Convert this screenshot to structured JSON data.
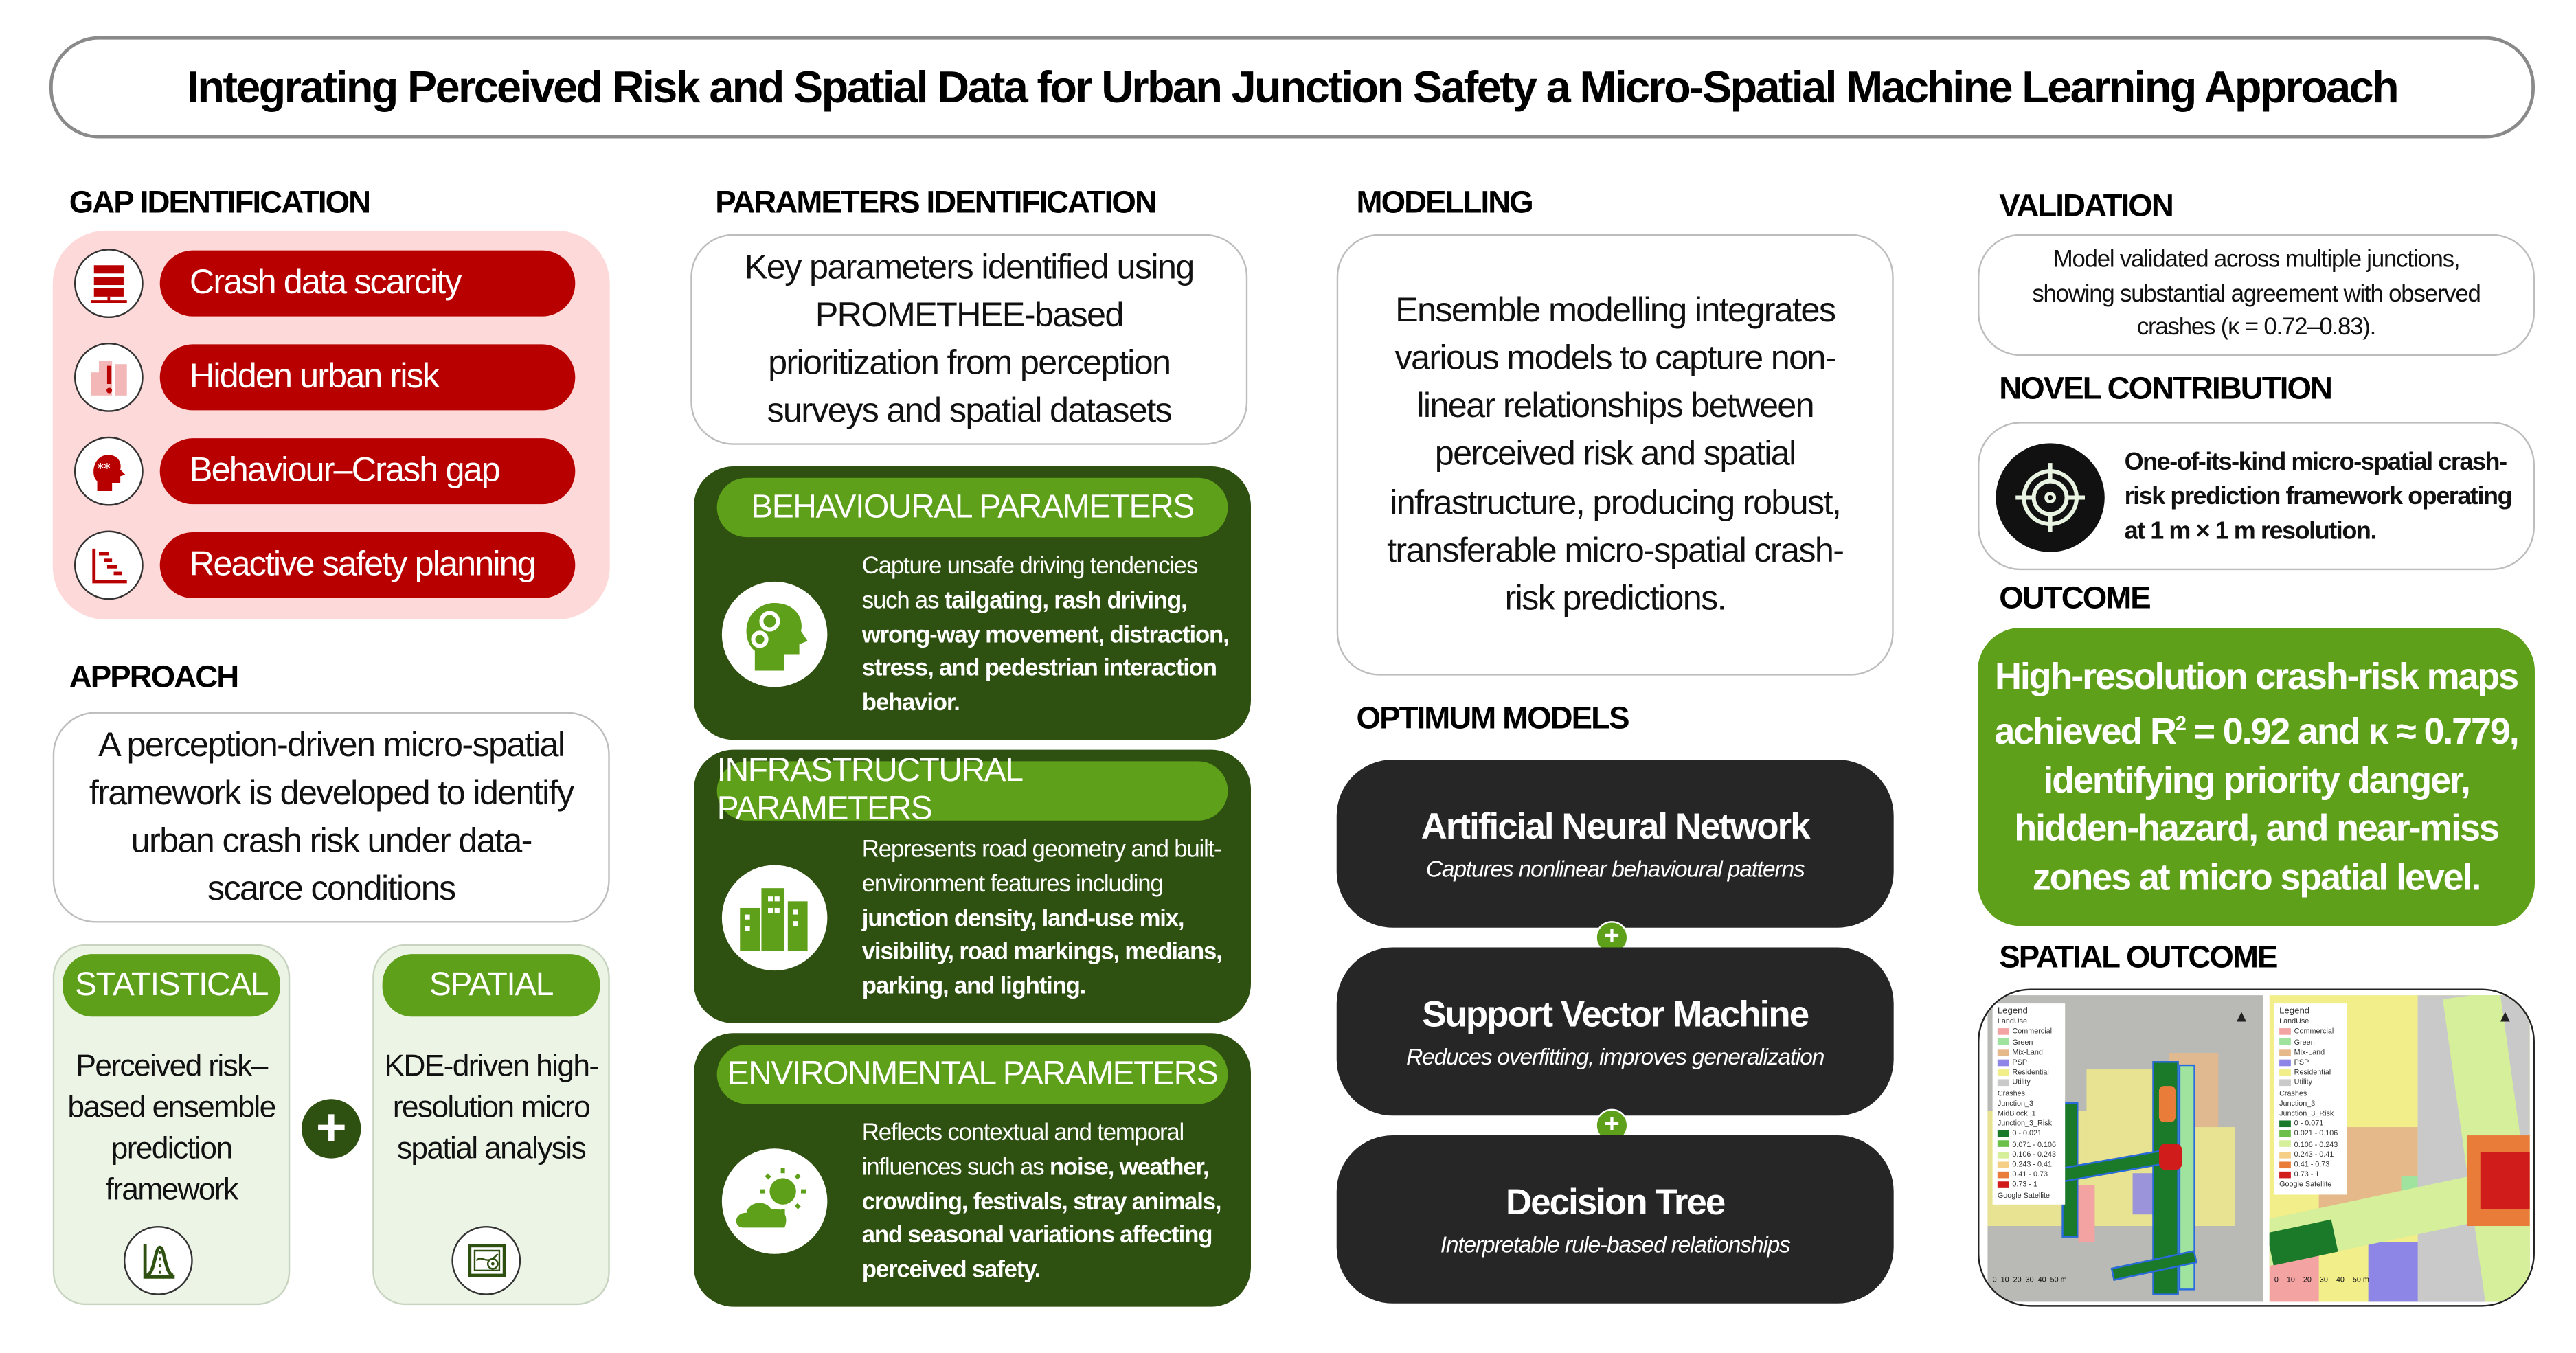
{
  "title": "Integrating Perceived Risk and Spatial Data for Urban Junction Safety a Micro-Spatial Machine Learning Approach",
  "gap": {
    "heading": "GAP IDENTIFICATION",
    "items": [
      {
        "label": "Crash data scarcity",
        "icon": "server-database-icon"
      },
      {
        "label": "Hidden urban risk",
        "icon": "buildings-warning-icon"
      },
      {
        "label": "Behaviour–Crash gap",
        "icon": "head-puzzle-icon"
      },
      {
        "label": "Reactive safety planning",
        "icon": "gantt-chart-icon"
      }
    ]
  },
  "approach": {
    "heading": "APPROACH",
    "text": "A perception-driven micro-spatial framework is developed to identify urban crash risk under data-scarce conditions",
    "statistical": {
      "label": "STATISTICAL",
      "text": "Perceived risk–based ensemble prediction framework",
      "icon": "bell-curve-icon"
    },
    "spatial": {
      "label": "SPATIAL",
      "text": "KDE-driven high-resolution micro spatial analysis",
      "icon": "contour-map-icon"
    }
  },
  "parameters": {
    "heading": "PARAMETERS IDENTIFICATION",
    "text": "Key parameters identified using PROMETHEE-based prioritization from perception surveys and spatial datasets",
    "cards": [
      {
        "label": "BEHAVIOURAL PARAMETERS",
        "pre": "Capture unsafe driving tendencies such as ",
        "bold": "tailgating, rash driving, wrong-way movement, distraction, stress, and pedestrian interaction behavior.",
        "icon": "head-gears-icon"
      },
      {
        "label": "INFRASTRUCTURAL PARAMETERS",
        "pre": "Represents road geometry and built-environment features including ",
        "bold": "junction density, land-use mix, visibility, road markings, medians, parking, and lighting.",
        "icon": "city-buildings-icon"
      },
      {
        "label": "ENVIRONMENTAL PARAMETERS",
        "pre": "Reflects contextual and temporal influences such as ",
        "bold": "noise, weather, crowding, festivals, stray animals, and seasonal variations affecting perceived safety.",
        "icon": "sun-cloud-icon"
      }
    ]
  },
  "modelling": {
    "heading": "MODELLING",
    "text": "Ensemble modelling integrates various models to capture non-linear relationships between perceived risk and spatial infrastructure, producing robust, transferable micro-spatial crash-risk predictions.",
    "optimum_heading": "OPTIMUM MODELS",
    "models": [
      {
        "name": "Artificial Neural Network",
        "desc": "Captures nonlinear behavioural patterns"
      },
      {
        "name": "Support Vector Machine",
        "desc": "Reduces overfitting, improves generalization"
      },
      {
        "name": "Decision Tree",
        "desc": "Interpretable rule-based relationships"
      }
    ]
  },
  "validation": {
    "heading": "VALIDATION",
    "text": "Model validated across multiple junctions, showing substantial agreement with observed crashes (κ = 0.72–0.83)."
  },
  "novel": {
    "heading": "NOVEL CONTRIBUTION",
    "text": "One-of-its-kind micro-spatial crash-risk prediction framework operating at 1 m × 1 m resolution."
  },
  "outcome": {
    "heading": "OUTCOME",
    "pre": "High-resolution crash-risk maps achieved R",
    "sup": "2",
    "post": " = 0.92 and κ ≈ 0.779, identifying priority danger, hidden-hazard, and near-miss zones at micro spatial level."
  },
  "spatial_outcome": {
    "heading": "SPATIAL OUTCOME",
    "maps": [
      {
        "legend_title": "Legend",
        "landuse_title": "LandUse",
        "landuse": [
          "Commercial",
          "Green",
          "Mix-Land",
          "PSP",
          "Residential",
          "Utility"
        ],
        "layers": [
          "Crashes",
          "Junction_3",
          "MidBlock_1"
        ],
        "risk_title": "Junction_3_Risk",
        "risk": [
          "0 - 0.021",
          "0.071 - 0.106",
          "0.106 - 0.243",
          "0.243 - 0.41",
          "0.41 - 0.73",
          "0.73 - 1"
        ],
        "basemap": "Google Satellite",
        "scale": "0  10  20  30  40  50 m"
      },
      {
        "legend_title": "Legend",
        "landuse_title": "LandUse",
        "landuse": [
          "Commercial",
          "Green",
          "Mix-Land",
          "PSP",
          "Residential",
          "Utility"
        ],
        "layers": [
          "Crashes",
          "Junction_3"
        ],
        "risk_title": "Junction_3_Risk",
        "risk": [
          "0 - 0.071",
          "0.021 - 0.106",
          "0.106 - 0.243",
          "0.243 - 0.41",
          "0.41 - 0.73",
          "0.73 - 1"
        ],
        "basemap": "Google Satellite",
        "scale": "0    10    20    30    40    50 m"
      }
    ]
  },
  "colors": {
    "red": "#b90000",
    "pink": "#fdd9d9",
    "dark_green": "#2e5010",
    "green": "#5fa01a",
    "pale_green": "#ecf4e6",
    "dark": "#262626",
    "landuse": [
      "#f4a3a3",
      "#9fe39f",
      "#e6b98a",
      "#8d86e6",
      "#f2ee8a",
      "#c9c9c9"
    ],
    "risk": [
      "#1a7a2a",
      "#6cc04a",
      "#d6ef9a",
      "#f5cf86",
      "#ea7c3a",
      "#d11c1c"
    ]
  }
}
